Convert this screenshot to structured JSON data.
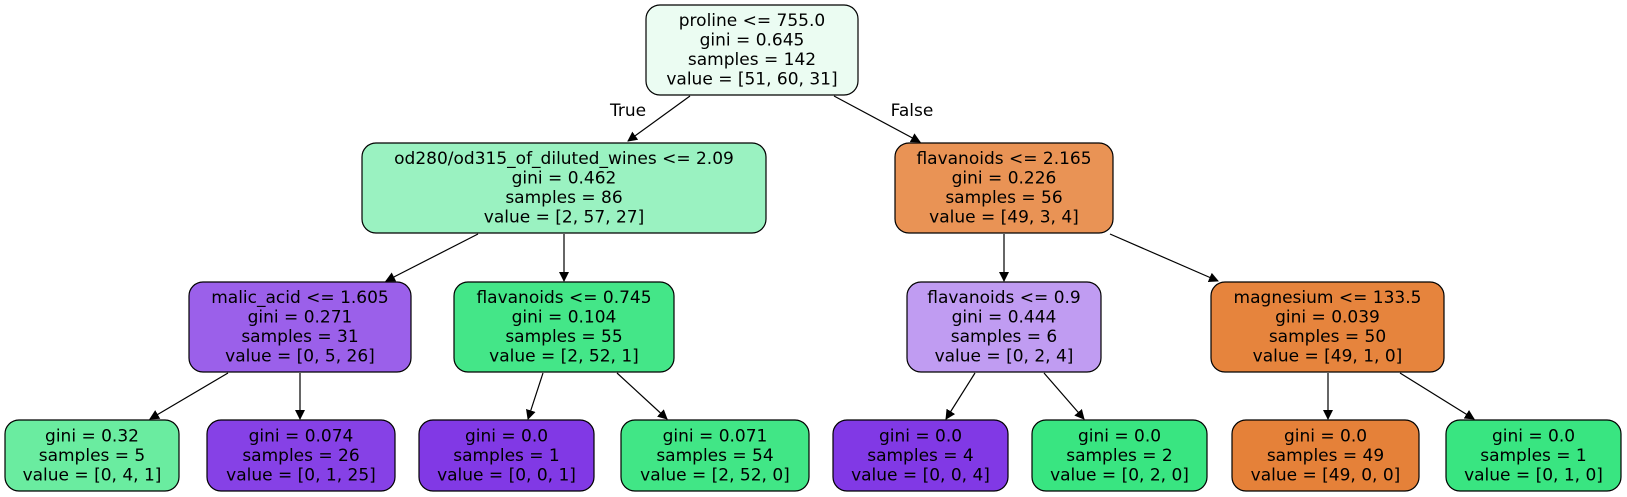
{
  "tree": {
    "nodes": [
      {
        "id": "n0",
        "lines": [
          "proline <= 755.0",
          "gini = 0.645",
          "samples = 142",
          "value = [51, 60, 31]"
        ],
        "fill": "#ebfcf2"
      },
      {
        "id": "n1",
        "lines": [
          "od280/od315_of_diluted_wines <= 2.09",
          "gini = 0.462",
          "samples = 86",
          "value = [2, 57, 27]"
        ],
        "fill": "#9af2c1"
      },
      {
        "id": "n2",
        "lines": [
          "flavanoids <= 2.165",
          "gini = 0.226",
          "samples = 56",
          "value = [49, 3, 4]"
        ],
        "fill": "#e99355"
      },
      {
        "id": "n3",
        "lines": [
          "malic_acid <= 1.605",
          "gini = 0.271",
          "samples = 31",
          "value = [0, 5, 26]"
        ],
        "fill": "#9b60ea"
      },
      {
        "id": "n4",
        "lines": [
          "flavanoids <= 0.745",
          "gini = 0.104",
          "samples = 55",
          "value = [2, 52, 1]"
        ],
        "fill": "#44e688"
      },
      {
        "id": "n5",
        "lines": [
          "flavanoids <= 0.9",
          "gini = 0.444",
          "samples = 6",
          "value = [0, 2, 4]"
        ],
        "fill": "#c09cf2"
      },
      {
        "id": "n6",
        "lines": [
          "magnesium <= 133.5",
          "gini = 0.039",
          "samples = 50",
          "value = [49, 1, 0]"
        ],
        "fill": "#e6843d"
      },
      {
        "id": "n7",
        "lines": [
          "gini = 0.32",
          "samples = 5",
          "value = [0, 4, 1]"
        ],
        "fill": "#6aeca0"
      },
      {
        "id": "n8",
        "lines": [
          "gini = 0.074",
          "samples = 26",
          "value = [0, 1, 25]"
        ],
        "fill": "#8641e6"
      },
      {
        "id": "n9",
        "lines": [
          "gini = 0.0",
          "samples = 1",
          "value = [0, 0, 1]"
        ],
        "fill": "#8139e5"
      },
      {
        "id": "n10",
        "lines": [
          "gini = 0.071",
          "samples = 54",
          "value = [2, 52, 0]"
        ],
        "fill": "#41e686"
      },
      {
        "id": "n11",
        "lines": [
          "gini = 0.0",
          "samples = 4",
          "value = [0, 0, 4]"
        ],
        "fill": "#8139e5"
      },
      {
        "id": "n12",
        "lines": [
          "gini = 0.0",
          "samples = 2",
          "value = [0, 2, 0]"
        ],
        "fill": "#39e581"
      },
      {
        "id": "n13",
        "lines": [
          "gini = 0.0",
          "samples = 49",
          "value = [49, 0, 0]"
        ],
        "fill": "#e58139"
      },
      {
        "id": "n14",
        "lines": [
          "gini = 0.0",
          "samples = 1",
          "value = [0, 1, 0]"
        ],
        "fill": "#39e581"
      }
    ],
    "edges": [
      {
        "from": "n0",
        "to": "n1",
        "label": "True"
      },
      {
        "from": "n0",
        "to": "n2",
        "label": "False"
      },
      {
        "from": "n1",
        "to": "n3",
        "label": ""
      },
      {
        "from": "n1",
        "to": "n4",
        "label": ""
      },
      {
        "from": "n2",
        "to": "n5",
        "label": ""
      },
      {
        "from": "n2",
        "to": "n6",
        "label": ""
      },
      {
        "from": "n3",
        "to": "n7",
        "label": ""
      },
      {
        "from": "n3",
        "to": "n8",
        "label": ""
      },
      {
        "from": "n4",
        "to": "n9",
        "label": ""
      },
      {
        "from": "n4",
        "to": "n10",
        "label": ""
      },
      {
        "from": "n5",
        "to": "n11",
        "label": ""
      },
      {
        "from": "n5",
        "to": "n12",
        "label": ""
      },
      {
        "from": "n6",
        "to": "n13",
        "label": ""
      },
      {
        "from": "n6",
        "to": "n14",
        "label": ""
      }
    ]
  }
}
